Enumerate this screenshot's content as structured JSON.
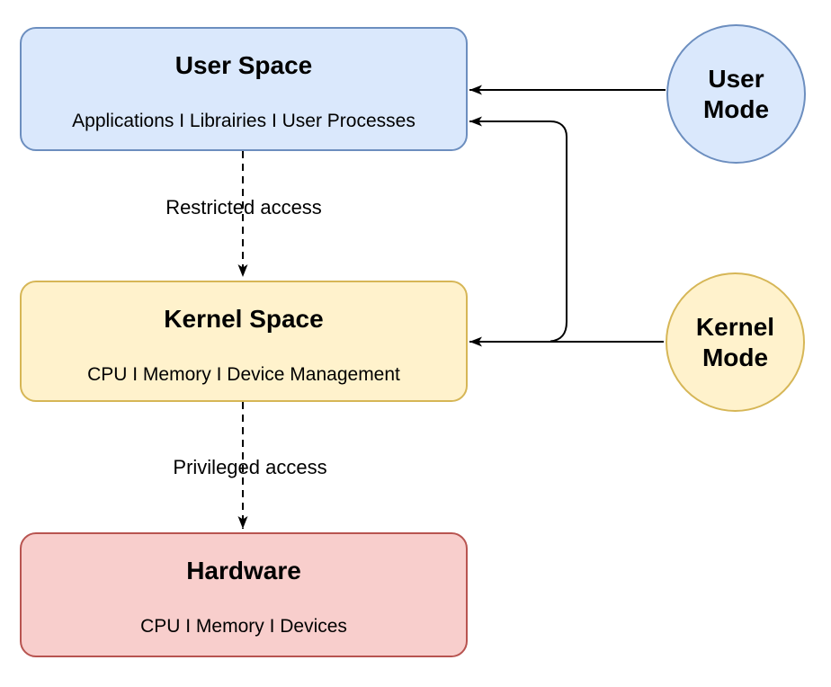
{
  "diagram": {
    "background_color": "#ffffff",
    "line_color": "#000000",
    "boxes": {
      "user_space": {
        "title": "User Space",
        "subtitle": "Applications I Librairies I User Processes",
        "fill": "#dae8fc",
        "stroke": "#6c8ebf"
      },
      "kernel_space": {
        "title": "Kernel Space",
        "subtitle": "CPU I Memory I Device Management",
        "fill": "#fff2cc",
        "stroke": "#d6b656"
      },
      "hardware": {
        "title": "Hardware",
        "subtitle": "CPU I Memory I Devices",
        "fill": "#f8cecc",
        "stroke": "#b85450"
      }
    },
    "circles": {
      "user_mode": {
        "line1": "User",
        "line2": "Mode",
        "fill": "#dae8fc",
        "stroke": "#6c8ebf"
      },
      "kernel_mode": {
        "line1": "Kernel",
        "line2": "Mode",
        "fill": "#fff2cc",
        "stroke": "#d6b656"
      }
    },
    "edge_labels": {
      "restricted": "Restricted access",
      "privileged": "Privileged access"
    }
  }
}
